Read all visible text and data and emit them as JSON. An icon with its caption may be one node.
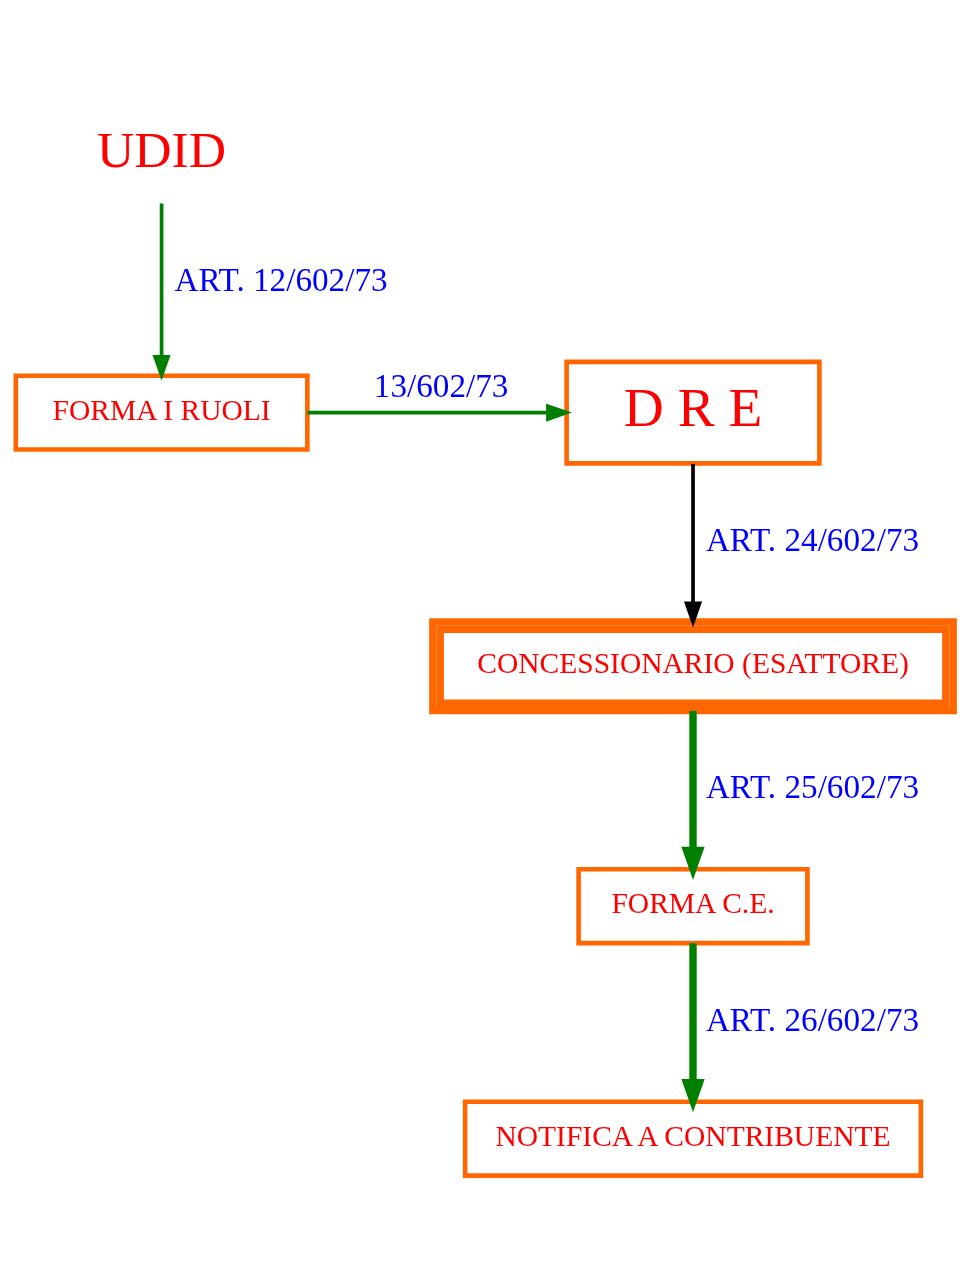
{
  "diagram": {
    "nodes": [
      {
        "text": [
          "UDID"
        ]
      },
      {
        "text": [
          "FORMA I RUOLI"
        ]
      },
      {
        "text": [
          "D R E"
        ]
      },
      {
        "text": [
          "CONCESSIONARIO (ESATTORE)"
        ]
      },
      {
        "text": [
          "FORMA C.E."
        ]
      },
      {
        "text": [
          "NOTIFICA A CONTRIBUENTE"
        ]
      }
    ],
    "edges": [
      {
        "from": 0,
        "to": 1,
        "arrow": "to",
        "label": "ART. 12/602/73"
      },
      {
        "from": 1,
        "to": 2,
        "arrow": "to",
        "label": "13/602/73"
      },
      {
        "from": 2,
        "to": 3,
        "arrow": "to",
        "label": "ART. 24/602/73",
        "color": "#000000"
      },
      {
        "from": 3,
        "to": 4,
        "arrow": "to",
        "label": "ART. 25/602/73",
        "style": "thick"
      },
      {
        "from": 4,
        "to": 5,
        "arrow": "to",
        "label": "ART. 26/602/73",
        "style": "thick"
      }
    ]
  }
}
